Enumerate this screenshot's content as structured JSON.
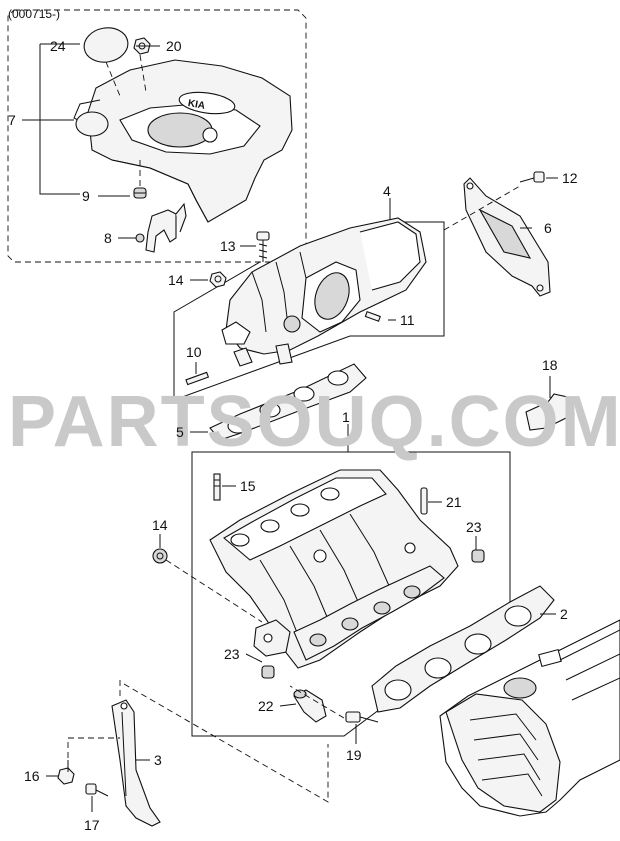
{
  "header": {
    "code": "(000715-)"
  },
  "watermark": "PARTSOUQ.COM",
  "callouts": [
    "24",
    "20",
    "7",
    "9",
    "8",
    "4",
    "13",
    "14",
    "11",
    "10",
    "12",
    "6",
    "18",
    "5",
    "1",
    "15",
    "21",
    "14",
    "23",
    "2",
    "23",
    "22",
    "19",
    "3",
    "16",
    "17"
  ],
  "logo_text": "KIA"
}
